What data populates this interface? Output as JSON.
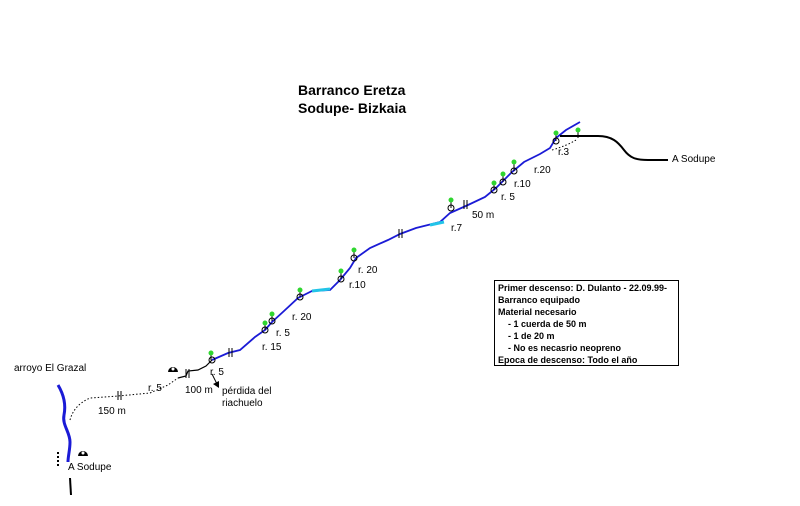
{
  "title": {
    "line1": "Barranco Eretza",
    "line2": "Sodupe- Bizkaia"
  },
  "labels": {
    "arroyo": "arroyo El Grazal",
    "sodupe_bottom": "A Sodupe",
    "sodupe_top": "A Sodupe",
    "dist_150": "150 m",
    "dist_100": "100 m",
    "dist_50": "50 m",
    "perdida_line1": "pérdida del",
    "perdida_line2": "riachuelo"
  },
  "rappels": [
    "r. 5",
    "r. 5",
    "r. 15",
    "r. 5",
    "r. 20",
    "r.10",
    "r. 20",
    "r.7",
    "r. 5",
    "r.10",
    "r.20",
    "r.3"
  ],
  "info": {
    "line1": "Primer descenso: D. Dulanto - 22.09.99-",
    "line2": "Barranco equipado",
    "line3": "Material necesario",
    "item1": "- 1 cuerda de 50 m",
    "item2": "- 1 de 20 m",
    "item3": "-  No es necasrio neopreno",
    "line4": "Epoca de descenso: Todo el año"
  },
  "colors": {
    "river": "#1b1bd6",
    "pool": "#22c4e8",
    "anchor": "#2fd62f",
    "trail": "#000000"
  }
}
